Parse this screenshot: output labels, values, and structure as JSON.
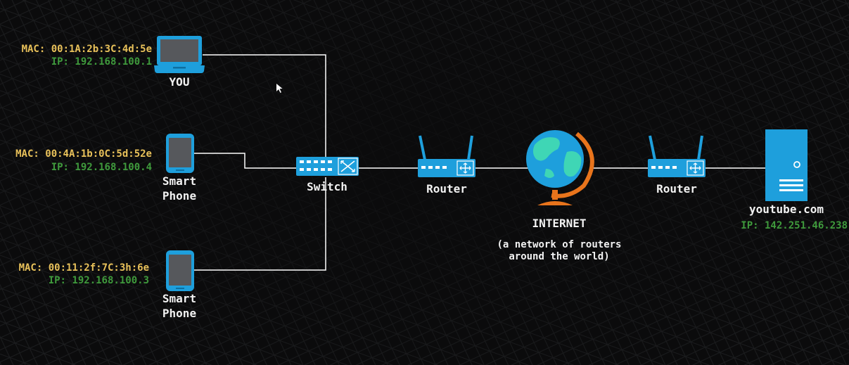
{
  "colors": {
    "device_blue": "#1e9fdc",
    "device_dark": "#56585c",
    "mac_yellow": "#e8c15a",
    "ip_green": "#3f9a3c",
    "globe_orange": "#e8741c",
    "globe_land": "#3fd6b5",
    "line_white": "#ffffff"
  },
  "devices": {
    "laptop": {
      "icon": "laptop-icon",
      "name": "YOU",
      "mac": "MAC: 00:1A:2b:3C:4d:5e",
      "ip": "IP: 192.168.100.1"
    },
    "phone1": {
      "icon": "smartphone-icon",
      "name_line1": "Smart",
      "name_line2": "Phone",
      "mac": "MAC: 00:4A:1b:0C:5d:52e",
      "ip": "IP: 192.168.100.4"
    },
    "phone2": {
      "icon": "smartphone-icon",
      "name_line1": "Smart",
      "name_line2": "Phone",
      "mac": "MAC: 00:11:2f:7C:3h:6e",
      "ip": "IP: 192.168.100.3"
    }
  },
  "network": {
    "switch": {
      "icon": "switch-icon",
      "label": "Switch"
    },
    "router_left": {
      "icon": "router-icon",
      "label": "Router"
    },
    "internet": {
      "icon": "globe-icon",
      "label": "INTERNET",
      "caption_line1": "(a network of routers",
      "caption_line2": "around the world)"
    },
    "router_right": {
      "icon": "router-icon",
      "label": "Router"
    },
    "server": {
      "icon": "server-icon",
      "label": "youtube.com",
      "ip": "IP: 142.251.46.238"
    }
  }
}
